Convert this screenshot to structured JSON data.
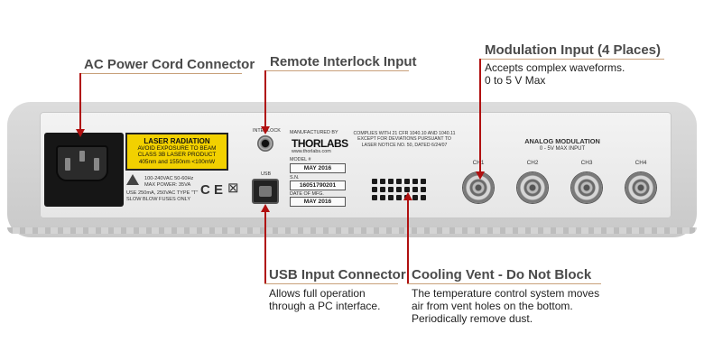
{
  "callouts": {
    "ac_power": {
      "title": "AC Power Cord Connector"
    },
    "remote_interlock": {
      "title": "Remote Interlock Input"
    },
    "modulation": {
      "title": "Modulation Input (4 Places)",
      "desc_line1": "Accepts complex waveforms.",
      "desc_line2": "0 to 5 V Max"
    },
    "usb": {
      "title": "USB Input Connector",
      "desc_line1": "Allows full operation",
      "desc_line2": "through a PC interface."
    },
    "cooling": {
      "title": "Cooling Vent - Do Not Block",
      "desc_line1": "The temperature control system moves",
      "desc_line2": "air from vent holes on the bottom.",
      "desc_line3": "Periodically remove dust."
    }
  },
  "panel": {
    "laser_label": {
      "title": "LASER RADIATION",
      "line1": "AVOID EXPOSURE TO BEAM",
      "line2": "CLASS 3B LASER PRODUCT",
      "line3": "405nm and 1550nm      <100mW"
    },
    "power_rating": {
      "line1": "100-240VAC 50-60Hz",
      "line2": "MAX POWER: 35VA",
      "line3": "USE 250mA, 250VAC TYPE \"T\"",
      "line4": "SLOW BLOW FUSES ONLY"
    },
    "ce_mark": "C E",
    "interlock_label": "INTERLOCK",
    "usb_label": "USB",
    "manufacturer": {
      "label": "MANUFACTURED BY",
      "logo": "THORLABS",
      "url": "www.thorlabs.com"
    },
    "model_label": "MODEL #",
    "model_value": "MAY 2016",
    "sn_label": "S.N.",
    "sn_value": "16051790201",
    "date_label": "DATE OF MFG.",
    "date_value": "MAY 2016",
    "compliance": {
      "line1": "COMPLIES WITH 21 CFR 1040.10 AND 1040.11",
      "line2": "EXCEPT FOR DEVIATIONS PURSUANT TO",
      "line3": "LASER NOTICE NO. 50, DATED 6/24/07"
    },
    "analog": {
      "title": "ANALOG MODULATION",
      "subtitle": "0 - 5V MAX INPUT",
      "channels": [
        "CH1",
        "CH2",
        "CH3",
        "CH4"
      ]
    }
  },
  "colors": {
    "leader": "#b01010",
    "laser_label": "#f2d100",
    "title_text": "#4a4a4a"
  }
}
